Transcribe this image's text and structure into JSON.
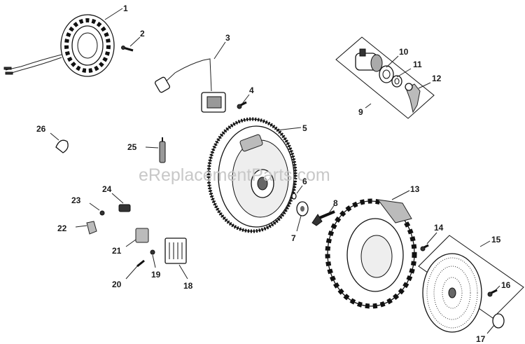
{
  "watermark": "eReplacementParts.com",
  "callouts": [
    {
      "id": "c1",
      "text": "1"
    },
    {
      "id": "c2",
      "text": "2"
    },
    {
      "id": "c3",
      "text": "3"
    },
    {
      "id": "c4",
      "text": "4"
    },
    {
      "id": "c5",
      "text": "5"
    },
    {
      "id": "c6",
      "text": "6"
    },
    {
      "id": "c7",
      "text": "7"
    },
    {
      "id": "c8",
      "text": "8"
    },
    {
      "id": "c9",
      "text": "9"
    },
    {
      "id": "c10",
      "text": "10"
    },
    {
      "id": "c11",
      "text": "11"
    },
    {
      "id": "c12",
      "text": "12"
    },
    {
      "id": "c13",
      "text": "13"
    },
    {
      "id": "c14",
      "text": "14"
    },
    {
      "id": "c15",
      "text": "15"
    },
    {
      "id": "c16",
      "text": "16"
    },
    {
      "id": "c17",
      "text": "17"
    },
    {
      "id": "c18",
      "text": "18"
    },
    {
      "id": "c19",
      "text": "19"
    },
    {
      "id": "c20",
      "text": "20"
    },
    {
      "id": "c21",
      "text": "21"
    },
    {
      "id": "c22",
      "text": "22"
    },
    {
      "id": "c23",
      "text": "23"
    },
    {
      "id": "c24",
      "text": "24"
    },
    {
      "id": "c25",
      "text": "25"
    },
    {
      "id": "c26",
      "text": "26"
    }
  ]
}
